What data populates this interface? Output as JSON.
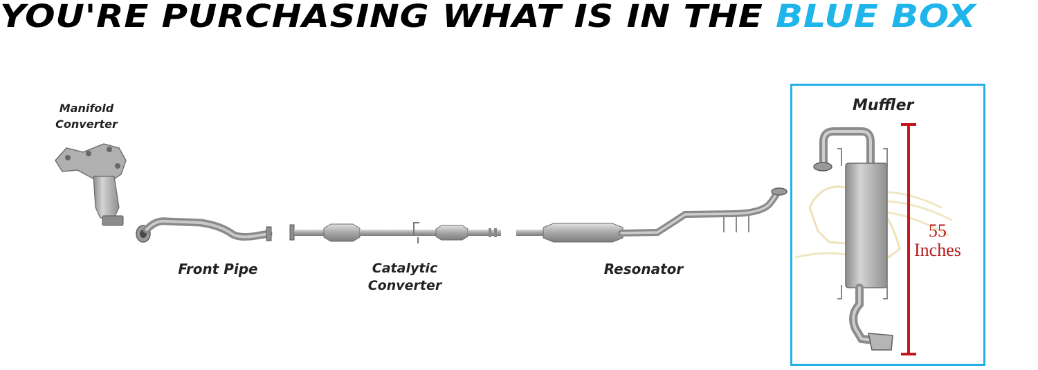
{
  "headline": {
    "main": "YOU'RE PURCHASING WHAT IS IN THE ",
    "accent": "BLUE BOX"
  },
  "parts": {
    "manifold": {
      "line1": "Manifold",
      "line2": "Converter"
    },
    "front_pipe": {
      "label": "Front Pipe"
    },
    "catalytic": {
      "line1": "Catalytic",
      "line2": "Converter"
    },
    "resonator": {
      "label": "Resonator"
    },
    "muffler": {
      "label": "Muffler"
    }
  },
  "measurement": {
    "value": "55",
    "unit": "Inches"
  },
  "colors": {
    "accent": "#1fb5ea",
    "box_border": "#23b0e6",
    "measure": "#b81b1b",
    "metal": "#a8a8a8"
  }
}
